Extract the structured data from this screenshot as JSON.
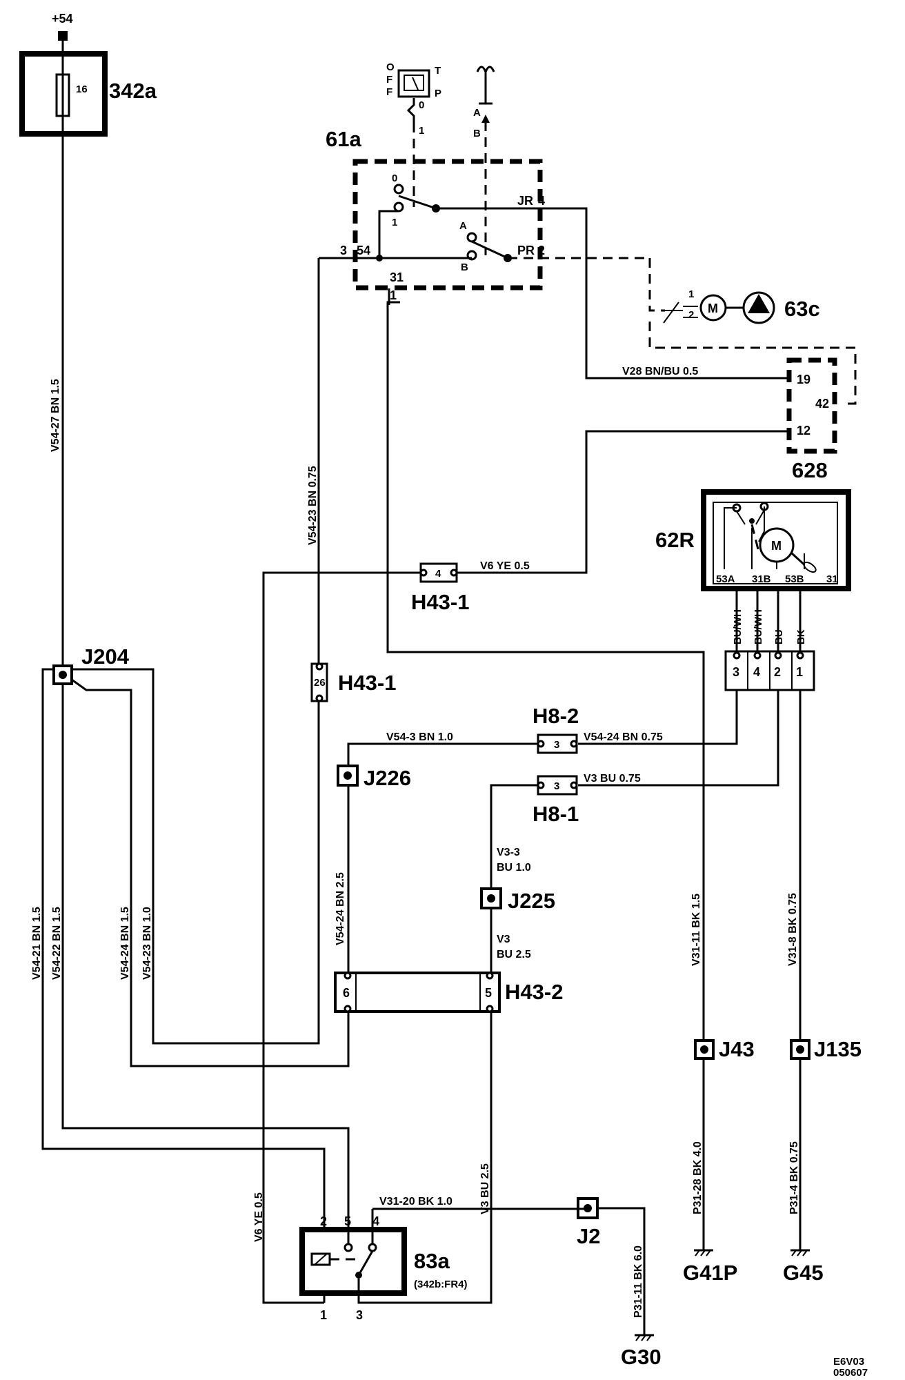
{
  "supply": "+54",
  "components": {
    "fuse_box": "342a",
    "fuse_rating": "16",
    "switch": "61a",
    "pump": "63c",
    "module": "628",
    "wiper_motor": "62R",
    "relay": "83a",
    "relay_note": "(342b:FR4)"
  },
  "switch_labels": {
    "off_o": "O",
    "off_f1": "F",
    "off_f2": "F",
    "tip_t": "T",
    "tip_p": "P",
    "pos0": "0",
    "pos1": "1",
    "wash_a": "A",
    "wash_b": "B",
    "c0": "0",
    "c1": "1",
    "ca": "A",
    "cb": "B",
    "jr": "JR",
    "pr": "PR",
    "t4": "4",
    "t2": "2",
    "t3": "3",
    "t54": "54",
    "t31": "31",
    "t1": "1"
  },
  "pump_pins": {
    "p1": "1",
    "p2": "2",
    "m": "M"
  },
  "module_pins": {
    "p19": "19",
    "p42": "42",
    "p12": "12"
  },
  "motor": {
    "m": "M",
    "t53a": "53A",
    "t31b": "31B",
    "t53b": "53B",
    "t31": "31",
    "w1": "BU/WH",
    "w2": "BU/WH",
    "w3": "BU",
    "w4": "BK",
    "c3": "3",
    "c4": "4",
    "c2": "2",
    "c1": "1"
  },
  "connectors": {
    "h43_1a": "H43-1",
    "h43_1a_pin": "4",
    "h43_1b": "H43-1",
    "h43_1b_pin": "26",
    "h8_2": "H8-2",
    "h8_2_pin": "3",
    "h8_1": "H8-1",
    "h8_1_pin": "3",
    "h43_2": "H43-2",
    "h43_2_pin6": "6",
    "h43_2_pin5": "5"
  },
  "junctions": {
    "j204": "J204",
    "j226": "J226",
    "j225": "J225",
    "j43": "J43",
    "j135": "J135",
    "j2": "J2"
  },
  "grounds": {
    "g41p": "G41P",
    "g45": "G45",
    "g30": "G30"
  },
  "relay_pins": {
    "p2": "2",
    "p5": "5",
    "p4": "4",
    "p1": "1",
    "p3": "3"
  },
  "wires": {
    "v54_27": "V54-27   BN 1.5",
    "v54_23_top": "V54-23     BN  0.75",
    "v28": "V28  BN/BU      0.5",
    "v6": "V6   YE  0.5",
    "v54_3": "V54-3    BN   1.0",
    "v54_24_top": "V54-24   BN  0.75",
    "v3_top": "V3  BU  0.75",
    "v3_3a": "V3-3",
    "v3_3b": "BU   1.0",
    "v3_a": "V3",
    "v3_b": "BU    2.5",
    "v54_24_left": "V54-24      BN  2.5",
    "v54_21": "V54-21   BN 1.5",
    "v54_22": "V54-22   BN 1.5",
    "v54_24_b": "V54-24   BN 1.5",
    "v54_23_b": "V54-23   BN 1.0",
    "v31_11": "V31-11   BK   1.5",
    "v31_8": "V31-8   BK  0.75",
    "p31_28": "P31-28   BK   4.0",
    "p31_4": "P31-4   BK  0.75",
    "v6_ye": "V6  YE  0.5",
    "v3_bu": "V3  BU  2.5",
    "v31_20": "V31-20    BK    1.0",
    "p31_11": "P31-11   BK   6.0"
  },
  "footer": {
    "code": "E6V03",
    "date": "050607"
  }
}
